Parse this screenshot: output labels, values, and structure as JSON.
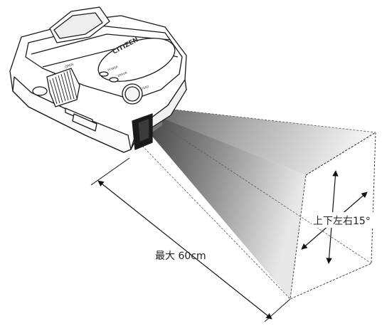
{
  "device": {
    "brand": "CITIZEN",
    "button_labels": {
      "open": "OPEN",
      "power": "POWER",
      "error": "ERROR",
      "feed": "FEED"
    },
    "body_color": "#ffffff",
    "outline_color": "#1a1a1a"
  },
  "annotations": {
    "max_distance": "最大 60cm",
    "angle": "上下左右15°"
  },
  "beam": {
    "gradient_dark": "#5a5a5a",
    "gradient_light": "#f4f4f4"
  }
}
